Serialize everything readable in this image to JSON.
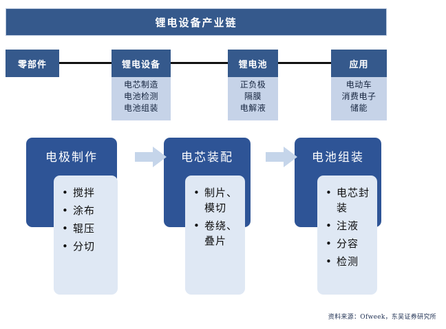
{
  "title": {
    "text": "锂电设备产业链"
  },
  "chain": {
    "nodes": [
      {
        "head": "零部件",
        "items": []
      },
      {
        "head": "锂电设备",
        "items": [
          "电芯制造",
          "电池检测",
          "电池组装"
        ]
      },
      {
        "head": "锂电池",
        "items": [
          "正负极",
          "隔膜",
          "电解液"
        ]
      },
      {
        "head": "应用",
        "items": [
          "电动车",
          "消费电子",
          "储能"
        ]
      }
    ]
  },
  "process": {
    "steps": [
      {
        "title": "电极制作",
        "items": [
          "搅拌",
          "涂布",
          "辊压",
          "分切"
        ]
      },
      {
        "title": "电芯装配",
        "items": [
          "制片、模切",
          "卷绕、叠片"
        ]
      },
      {
        "title": "电池组装",
        "items": [
          "电芯封装",
          "注液",
          "分容",
          "检测"
        ]
      }
    ],
    "arrows": [
      "arrow-right-icon",
      "arrow-right-icon"
    ]
  },
  "footer": {
    "source": "资料来源：Ofweek，东吴证券研究所"
  },
  "colors": {
    "dark_blue": "#35598c",
    "card_blue": "#2e5496",
    "light_blue": "#c6d3e8",
    "pale_blue": "#dfe8f4",
    "arrow_blue": "#c5d5ea"
  }
}
